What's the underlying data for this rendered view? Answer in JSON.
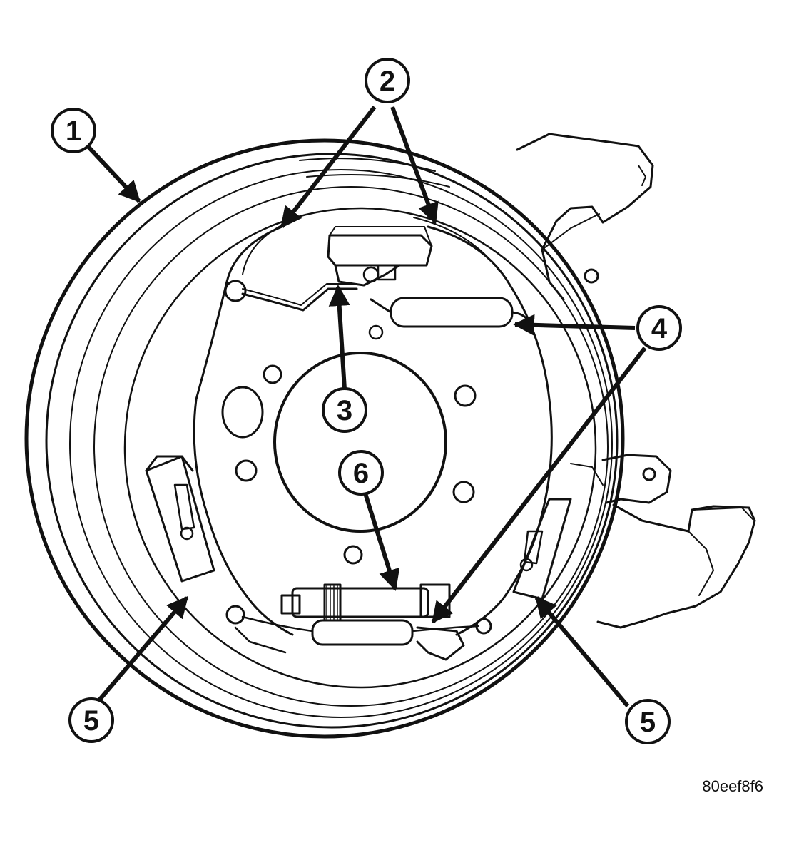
{
  "callouts": {
    "c1": "1",
    "c2": "2",
    "c3": "3",
    "c4": "4",
    "c5_left": "5",
    "c5_right": "5",
    "c6": "6"
  },
  "figure_code": "80eef8f6",
  "colors": {
    "ink": "#111111",
    "paper": "#ffffff"
  }
}
